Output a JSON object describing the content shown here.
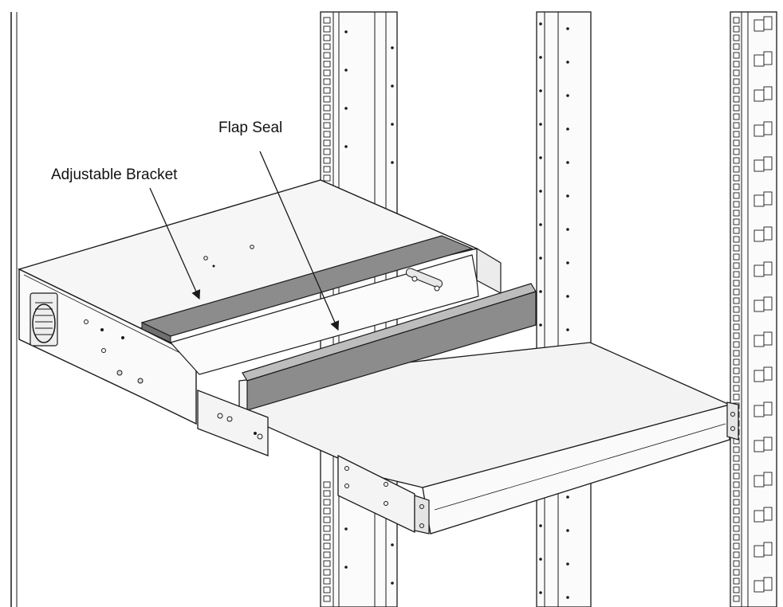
{
  "diagram": {
    "callouts": [
      {
        "id": "adjustable-bracket",
        "label": "Adjustable Bracket"
      },
      {
        "id": "flap-seal",
        "label": "Flap Seal"
      }
    ],
    "colors": {
      "line": "#1a1a1a",
      "metal_light": "#f7f7f7",
      "metal_mid": "#ececec",
      "metal_dark": "#d9d9d9",
      "seal": "#8c8c8c",
      "seal_dark": "#6f6f6f"
    }
  }
}
